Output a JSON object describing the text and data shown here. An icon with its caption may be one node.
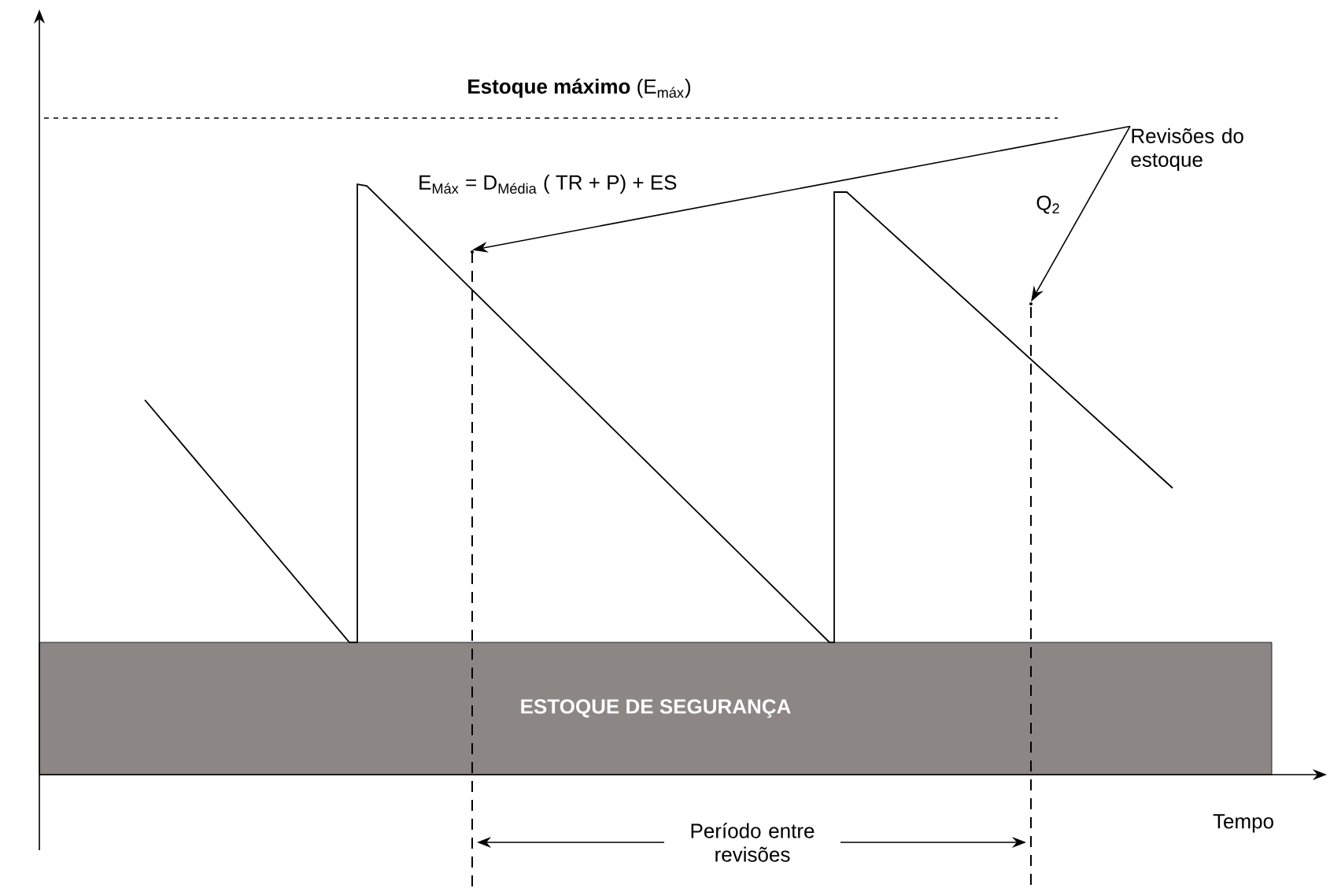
{
  "diagram": {
    "nodes": [
      {
        "text": [
          "Revisões do estoque"
        ]
      },
      {
        "text": [
          "ESTOQUE DE SEGURANÇA"
        ]
      },
      {
        "text": [],
        "shape": "point"
      },
      {
        "text": [],
        "shape": "point"
      }
    ],
    "edges": [
      {
        "from": 0,
        "to": 2,
        "arrow": "to"
      },
      {
        "from": 0,
        "to": 3,
        "arrow": "to"
      }
    ],
    "labels": [
      "**Estoque máximo** (E$_{máx}$)",
      "E$_{Máx}$ = D$_{Média}$ ( TR + P) + ES",
      "Q$_{2}$",
      "Tempo",
      "Período entre revisões"
    ]
  }
}
